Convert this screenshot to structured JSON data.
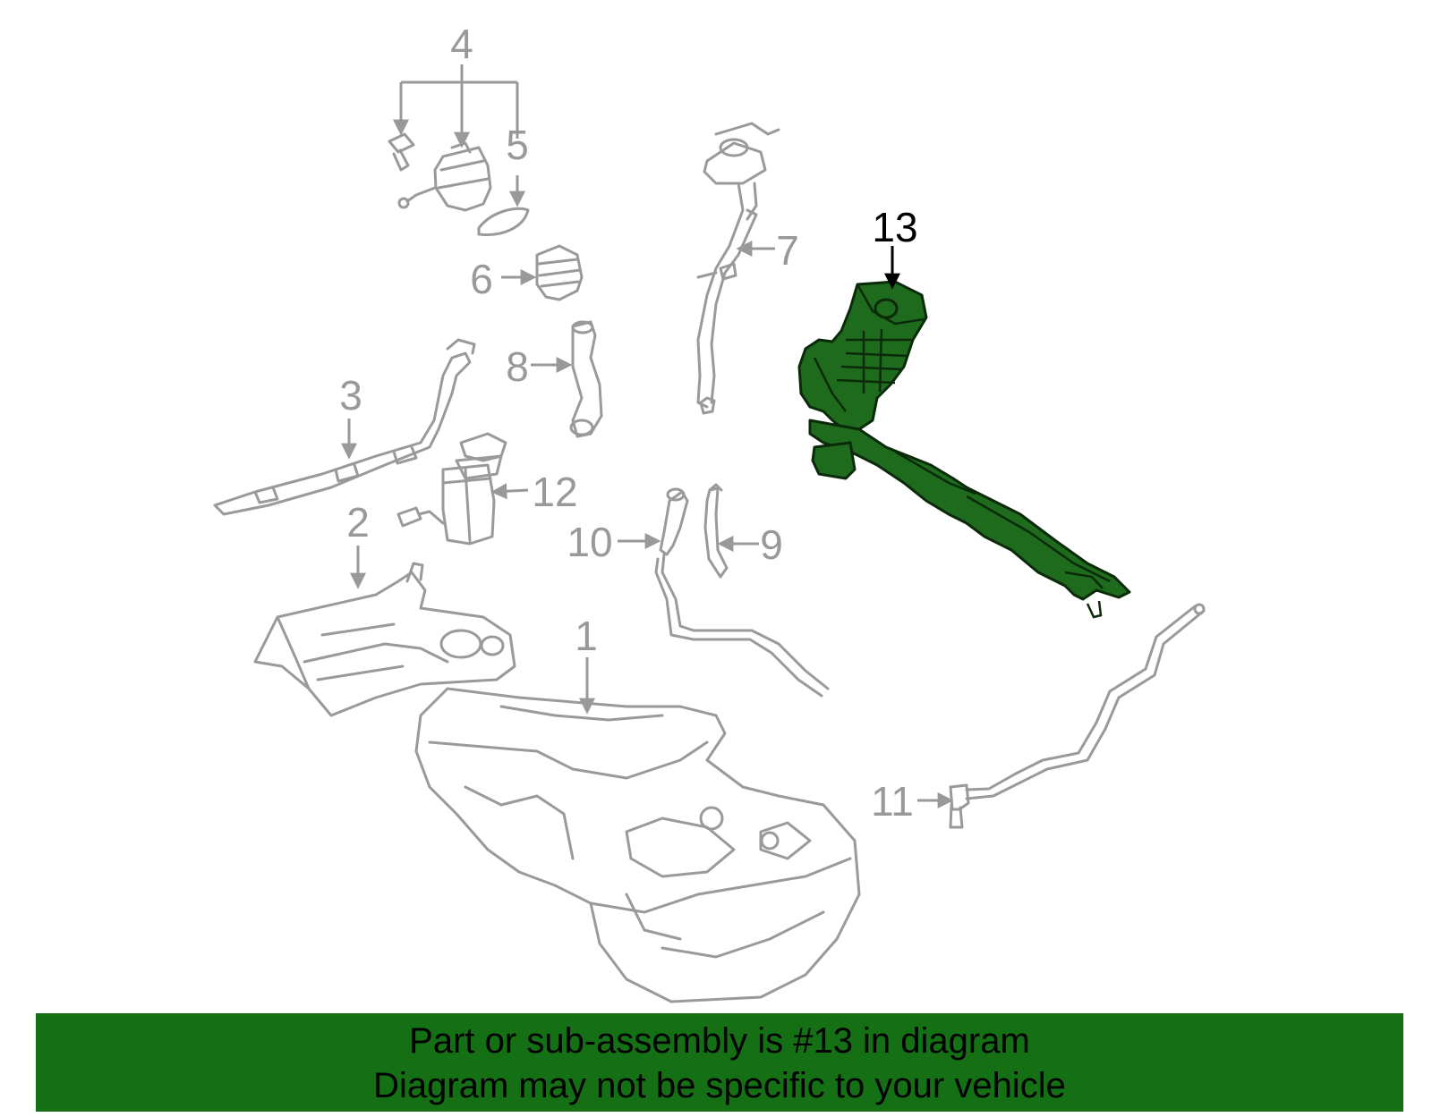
{
  "diagram": {
    "callouts": [
      "1",
      "2",
      "3",
      "4",
      "5",
      "6",
      "7",
      "8",
      "9",
      "10",
      "11",
      "12",
      "13"
    ],
    "highlighted": "13",
    "colors": {
      "highlight_fill": "#1e6b1e",
      "banner": "#156f15",
      "line_gray": "#9a9a9a"
    }
  },
  "banner": {
    "line1": "Part or sub-assembly is #13 in diagram",
    "line2": "Diagram may not be specific to your vehicle"
  }
}
